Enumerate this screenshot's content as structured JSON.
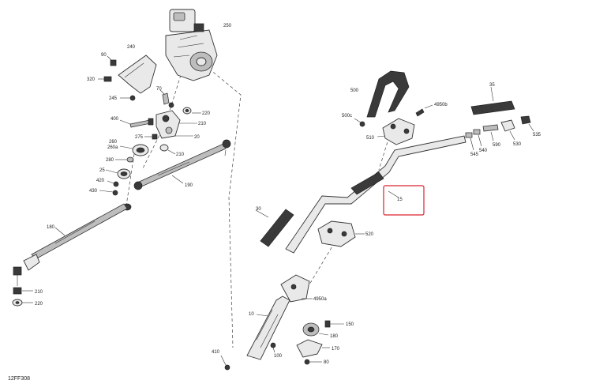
{
  "drawing_code": "12FF308",
  "highlight_color": "#d9232f",
  "callouts": {
    "c250": "250",
    "c240": "240",
    "c90": "90",
    "c320": "320",
    "c70": "70",
    "c245": "245",
    "c220a": "220",
    "c400": "400",
    "c210a": "210",
    "c20": "20",
    "c275": "275",
    "c260": "260",
    "c260a": "260a",
    "c210b": "210",
    "c280": "280",
    "c25": "25",
    "c190": "190",
    "c420": "420",
    "c430": "430",
    "c180a": "180",
    "c210c": "210",
    "c220b": "220",
    "c500": "500",
    "c500c": "500c",
    "c4950b": "4950b",
    "c35": "35",
    "c510": "510",
    "c545": "545",
    "c540": "540",
    "c590": "590",
    "c530": "530",
    "c535": "535",
    "c15": "15",
    "c30": "30",
    "c520": "520",
    "c4950a": "4950a",
    "c10": "10",
    "c150": "150",
    "c180b": "180",
    "c170": "170",
    "c100": "100",
    "c410": "410",
    "c80": "80"
  }
}
